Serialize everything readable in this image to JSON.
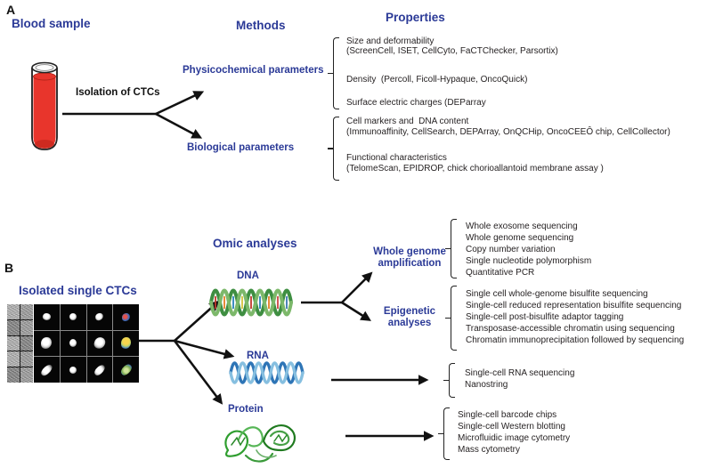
{
  "colors": {
    "accent_blue": "#2b3a97",
    "ink": "#231f20",
    "blood_red": "#e8352c",
    "dna_green": "#3e8e41",
    "rna_blue": "#2e75b6",
    "protein_green": "#2f9e2f"
  },
  "panel_a": {
    "label": "A",
    "blood_sample_title": "Blood sample",
    "methods_title": "Methods",
    "properties_title": "Properties",
    "isolation_label": "Isolation of CTCs",
    "physico_label": "Physicochemical parameters",
    "bio_label": "Biological parameters",
    "physico_lines": [
      "Size and deformability",
      "(ScreenCell, ISET, CellCyto, FaCTChecker, Parsortix)",
      "Density  (Percoll, Ficoll-Hypaque, OncoQuick)",
      "Surface electric charges (DEParray"
    ],
    "bio_lines": [
      "Cell markers and  DNA content",
      "(Immunoaffinity, CellSearch, DEPArray, OnQCHip, OncoCEEÔ chip, CellCollector)",
      "Functional characteristics",
      "(TelomeScan, EPIDROP, chick chorioallantoid membrane assay )"
    ]
  },
  "panel_b": {
    "label": "B",
    "isolated_title": "Isolated single CTCs",
    "omic_title": "Omic analyses",
    "dna_label": "DNA",
    "rna_label": "RNA",
    "protein_label": "Protein",
    "wga_label": "Whole genome amplification",
    "epi_label": "Epigenetic analyses",
    "wga_items": [
      "Whole exosome sequencing",
      "Whole genome sequencing",
      "Copy number variation",
      "Single nucleotide polymorphism",
      "Quantitative PCR"
    ],
    "epi_items": [
      "Single cell whole-genome bisulfite sequencing",
      "Single-cell reduced representation bisulfite sequencing",
      "Single-cell post-bisulfite adaptor tagging",
      "Transposase-accessible chromatin using sequencing",
      "Chromatin immunoprecipitation followed by sequencing"
    ],
    "rna_items": [
      "Single-cell RNA sequencing",
      "Nanostring"
    ],
    "protein_items": [
      "Single-cell barcode chips",
      "Single-cell Western blotting",
      "Microfluidic image cytometry",
      "Mass cytometry"
    ]
  }
}
